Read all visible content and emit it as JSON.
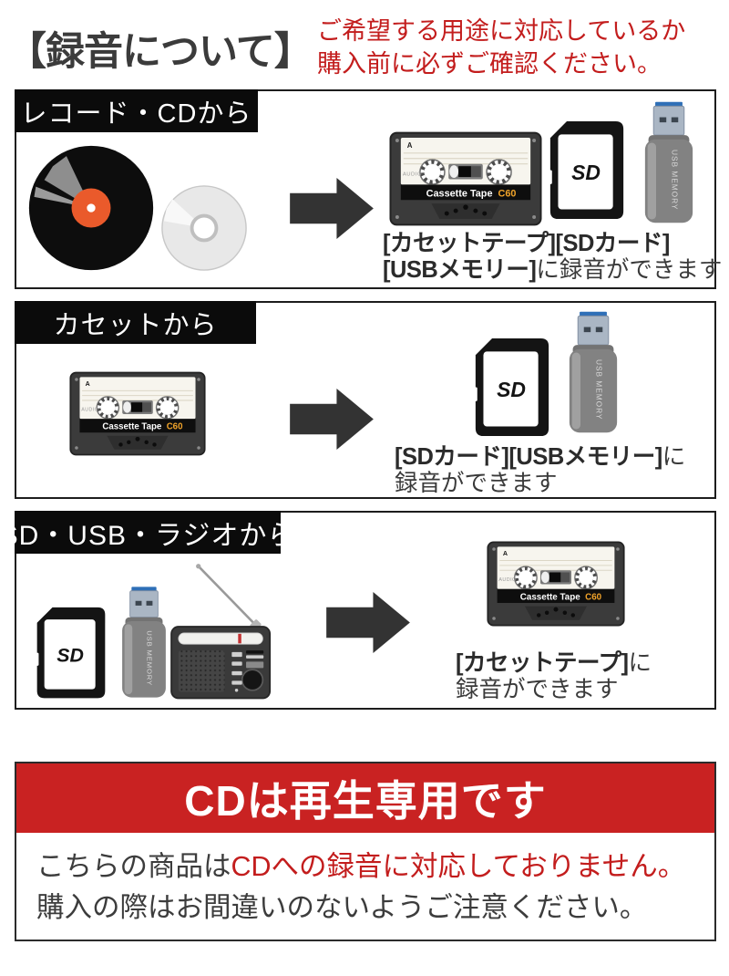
{
  "header": {
    "title": "【録音について】",
    "note_line1": "ご希望する用途に対応しているか",
    "note_line2": "購入前に必ずご確認ください。"
  },
  "sections": [
    {
      "label": "レコード・CDから",
      "caption": {
        "line1_bold": "[カセットテープ][SDカード]",
        "line1_rest": "",
        "line2_bold": "[USBメモリー]",
        "line2_rest": "に録音ができます"
      }
    },
    {
      "label": "カセットから",
      "caption": {
        "line1_bold": "[SDカード][USBメモリー]",
        "line1_rest": "に",
        "line2_bold": "",
        "line2_rest": "録音ができます"
      }
    },
    {
      "label": "SD・USB・ラジオから",
      "caption": {
        "line1_bold": "[カセットテープ]",
        "line1_rest": "に",
        "line2_bold": "",
        "line2_rest": "録音ができます"
      }
    }
  ],
  "warning": {
    "banner": "CDは再生専用です",
    "line1_dark": "こちらの商品は",
    "line1_red": "CDへの録音に対応しておりません。",
    "line2": "購入の際はお間違いのないようご注意ください。"
  },
  "icons": {
    "cassette": {
      "side_label": "A",
      "audio_label": "AUDIO",
      "brand": "Cassette Tape",
      "model": "C60"
    },
    "sd": {
      "logo": "SD"
    },
    "usb": {
      "text": "USB MEMORY"
    }
  },
  "colors": {
    "accent_red": "#c31d1d",
    "banner_red": "#c92222",
    "dark_text": "#3b3b3b",
    "label_black": "#0b0b0b",
    "cassette_model_orange": "#f0a32a",
    "vinyl_label_orange": "#ea5a2b",
    "usb_connector_blue": "#2e6fb7"
  }
}
